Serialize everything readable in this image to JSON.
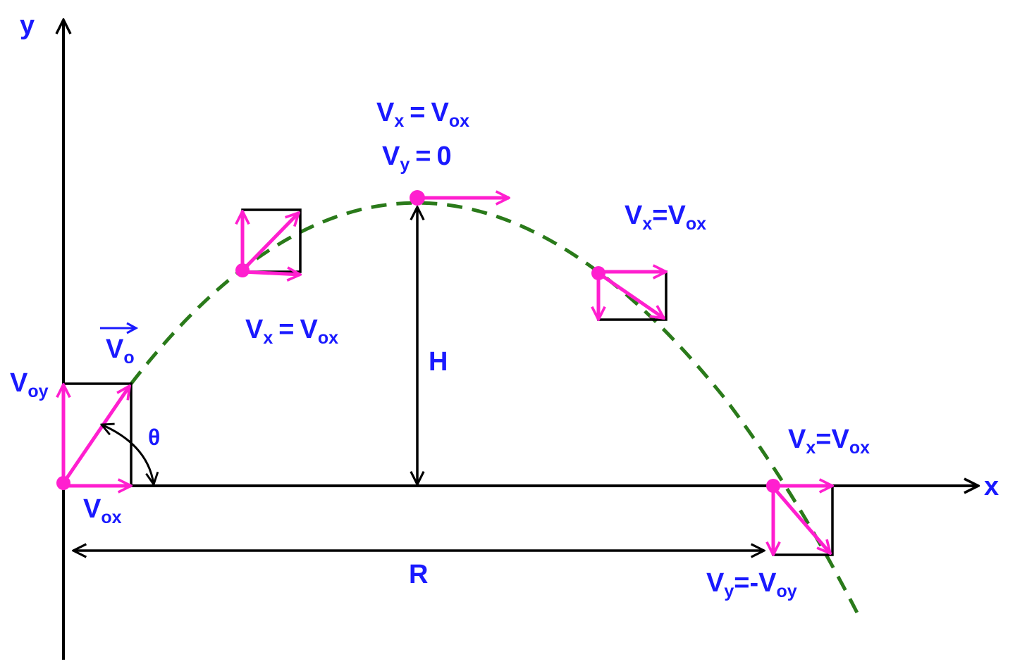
{
  "colors": {
    "axis": "#000000",
    "vector": "#ff1fcf",
    "trajectory": "#2a7a1a",
    "label": "#1a1aff"
  },
  "axes": {
    "x_label": "x",
    "y_label": "y"
  },
  "launch": {
    "v0": {
      "base": "V",
      "sub": "o"
    },
    "voy": {
      "base": "V",
      "sub": "oy"
    },
    "vox": {
      "base": "V",
      "sub": "ox"
    },
    "angle": "θ"
  },
  "ascending": {
    "vx": {
      "base": "V",
      "sub": "x"
    },
    "eq": "=",
    "vox": {
      "base": "V",
      "sub": "ox"
    }
  },
  "apex": {
    "vx": {
      "base": "V",
      "sub": "x"
    },
    "eq": "=",
    "vox": {
      "base": "V",
      "sub": "ox"
    },
    "vy": {
      "base": "V",
      "sub": "y"
    },
    "eq2": "=",
    "zero": "0"
  },
  "descending": {
    "vx": {
      "base": "V",
      "sub": "x"
    },
    "eq": "=",
    "vox": {
      "base": "V",
      "sub": "ox"
    }
  },
  "landing": {
    "vx": {
      "base": "V",
      "sub": "x"
    },
    "eq": "=",
    "vox": {
      "base": "V",
      "sub": "ox"
    },
    "vy": {
      "base": "V",
      "sub": "y"
    },
    "eq2": "=",
    "neg_voy": {
      "base": "-V",
      "sub": "oy"
    }
  },
  "height_label": "H",
  "range_label": "R"
}
